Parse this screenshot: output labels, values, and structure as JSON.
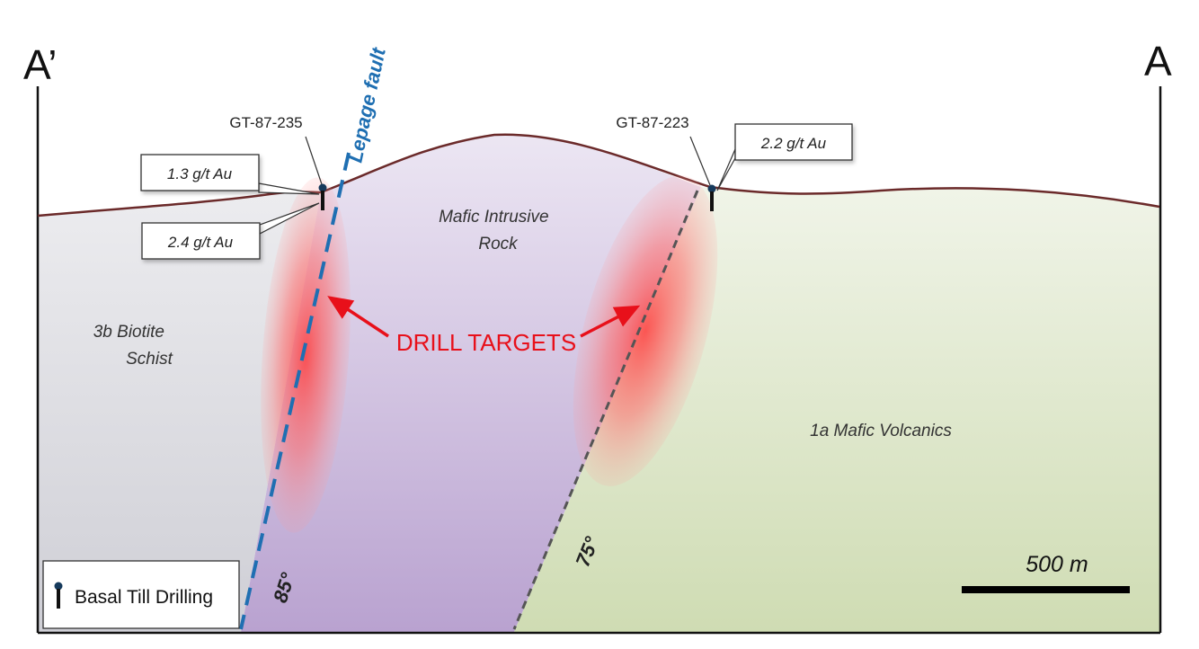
{
  "section": {
    "endpoint_left": "A’",
    "endpoint_right": "A"
  },
  "units": {
    "biotite_schist": [
      "3b Biotite",
      "Schist"
    ],
    "mafic_intrusive": [
      "Mafic Intrusive",
      "Rock"
    ],
    "mafic_volcanics": "1a Mafic Volcanics"
  },
  "faults": {
    "lepage": {
      "name": "Lepage fault",
      "dip": "85°",
      "color": "#1f6fb2"
    },
    "eastern": {
      "dip": "75°",
      "color": "#555555"
    }
  },
  "drill_holes": [
    {
      "id": "GT-87-235",
      "assays": [
        "1.3 g/t Au",
        "2.4 g/t Au"
      ]
    },
    {
      "id": "GT-87-223",
      "assays": [
        "2.2 g/t Au"
      ]
    }
  ],
  "targets_label": "DRILL TARGETS",
  "scale_bar": {
    "label": "500 m"
  },
  "legend": {
    "label": "Basal Till Drilling",
    "icon": "drill-collar-icon"
  },
  "colors": {
    "schist": "#d6d6dc",
    "intrusive": "#c6b3d8",
    "volcanics": "#d3e0bd",
    "topography": "#6b2a2a",
    "targets": "#e8101a"
  }
}
